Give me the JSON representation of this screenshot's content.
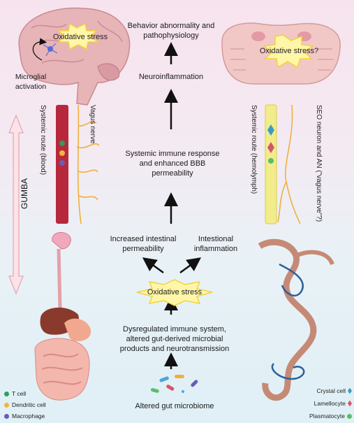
{
  "brain_human": {
    "stress": "Oxidative stress",
    "microglia": "Microglial activation"
  },
  "brain_fly": {
    "stress": "Oxidative stress?"
  },
  "center": {
    "behavior": "Behavior abnormality and pathophysiology",
    "neuroinflammation": "Neuroinflammation",
    "systemic": "Systemic immune response and enhanced BBB permeability",
    "permeability": "Increased intestinal permeability",
    "inflammation": "Intestional inflammation",
    "stress": "Oxidative stress",
    "dysregulated": "Dysregulated immune system, altered gut-derived microbial products and neurotransmission",
    "microbiome": "Altered gut microbiome"
  },
  "left_routes": {
    "systemic": "Systemic route (blood)",
    "vagus": "Vagus nerve"
  },
  "right_routes": {
    "systemic": "Systemic route (hemolymph)",
    "seo": "SEO neuron and AN (\"vagus nerve\"?)"
  },
  "gumba": "GUMBA",
  "legend_left": [
    {
      "label": "T cell",
      "color": "#2e9e58"
    },
    {
      "label": "Dendritic cell",
      "color": "#f2b43a"
    },
    {
      "label": "Macrophage",
      "color": "#6a5bb8"
    }
  ],
  "legend_right": [
    {
      "label": "Crystal cell",
      "color": "#3a9bc8"
    },
    {
      "label": "Lamellocyte",
      "color": "#d4556e"
    },
    {
      "label": "Plasmatocyte",
      "color": "#5bbd6c"
    }
  ]
}
